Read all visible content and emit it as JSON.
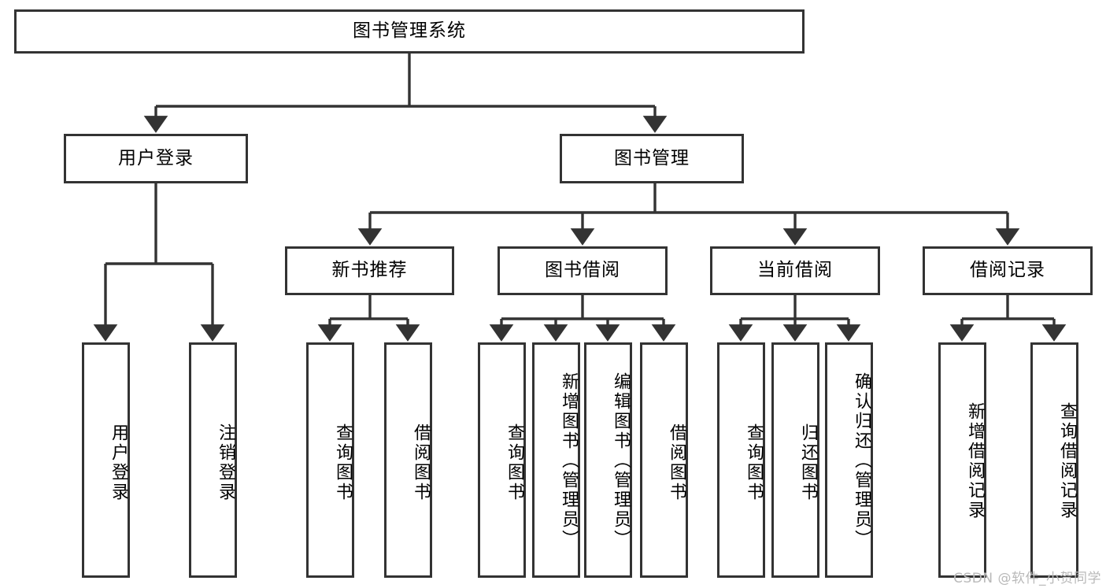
{
  "diagram": {
    "title": "图书管理系统",
    "type": "tree-structure-chart",
    "watermark": "CSDN @软件_小贺同学",
    "colors": {
      "box_border": "#333333",
      "box_fill": "#ffffff",
      "connector": "#333333",
      "text": "#000000",
      "watermark": "#b9b9b9",
      "background": "#ffffff"
    },
    "levels": {
      "level1": [
        "图书管理系统"
      ],
      "level2": [
        "用户登录",
        "图书管理"
      ],
      "level3": [
        "新书推荐",
        "图书借阅",
        "当前借阅",
        "借阅记录"
      ],
      "level4": [
        "用户登录",
        "注销登录",
        "查询图书",
        "借阅图书",
        "查询图书",
        "新增图书（管理员）",
        "编辑图书（管理员）",
        "借阅图书",
        "查询图书",
        "归还图书",
        "确认归还（管理员）",
        "新增借阅记录",
        "查询借阅记录"
      ]
    },
    "nodes": {
      "root": {
        "label": "图书管理系统"
      },
      "user_login": {
        "label": "用户登录"
      },
      "book_manage": {
        "label": "图书管理"
      },
      "new_book_rec": {
        "label": "新书推荐"
      },
      "book_borrow": {
        "label": "图书借阅"
      },
      "current_borrow": {
        "label": "当前借阅"
      },
      "borrow_record": {
        "label": "借阅记录"
      },
      "leaf_user_login": {
        "label": "用户登录"
      },
      "leaf_logout": {
        "label": "注销登录"
      },
      "leaf_query_book_1": {
        "label": "查询图书"
      },
      "leaf_borrow_book_1": {
        "label": "借阅图书"
      },
      "leaf_query_book_2": {
        "label": "查询图书"
      },
      "leaf_add_book_admin": {
        "label": "新增图书（管理员）"
      },
      "leaf_edit_book_admin": {
        "label": "编辑图书（管理员）"
      },
      "leaf_borrow_book_2": {
        "label": "借阅图书"
      },
      "leaf_query_book_3": {
        "label": "查询图书"
      },
      "leaf_return_book": {
        "label": "归还图书"
      },
      "leaf_confirm_return_admin": {
        "label": "确认归还（管理员）"
      },
      "leaf_add_borrow_record": {
        "label": "新增借阅记录"
      },
      "leaf_query_borrow_record": {
        "label": "查询借阅记录"
      }
    },
    "edges": [
      {
        "from": "root",
        "to": "user_login"
      },
      {
        "from": "root",
        "to": "book_manage"
      },
      {
        "from": "user_login",
        "to": "leaf_user_login"
      },
      {
        "from": "user_login",
        "to": "leaf_logout"
      },
      {
        "from": "book_manage",
        "to": "new_book_rec"
      },
      {
        "from": "book_manage",
        "to": "book_borrow"
      },
      {
        "from": "book_manage",
        "to": "current_borrow"
      },
      {
        "from": "book_manage",
        "to": "borrow_record"
      },
      {
        "from": "new_book_rec",
        "to": "leaf_query_book_1"
      },
      {
        "from": "new_book_rec",
        "to": "leaf_borrow_book_1"
      },
      {
        "from": "book_borrow",
        "to": "leaf_query_book_2"
      },
      {
        "from": "book_borrow",
        "to": "leaf_add_book_admin"
      },
      {
        "from": "book_borrow",
        "to": "leaf_edit_book_admin"
      },
      {
        "from": "book_borrow",
        "to": "leaf_borrow_book_2"
      },
      {
        "from": "current_borrow",
        "to": "leaf_query_book_3"
      },
      {
        "from": "current_borrow",
        "to": "leaf_return_book"
      },
      {
        "from": "current_borrow",
        "to": "leaf_confirm_return_admin"
      },
      {
        "from": "borrow_record",
        "to": "leaf_add_borrow_record"
      },
      {
        "from": "borrow_record",
        "to": "leaf_query_borrow_record"
      }
    ]
  }
}
